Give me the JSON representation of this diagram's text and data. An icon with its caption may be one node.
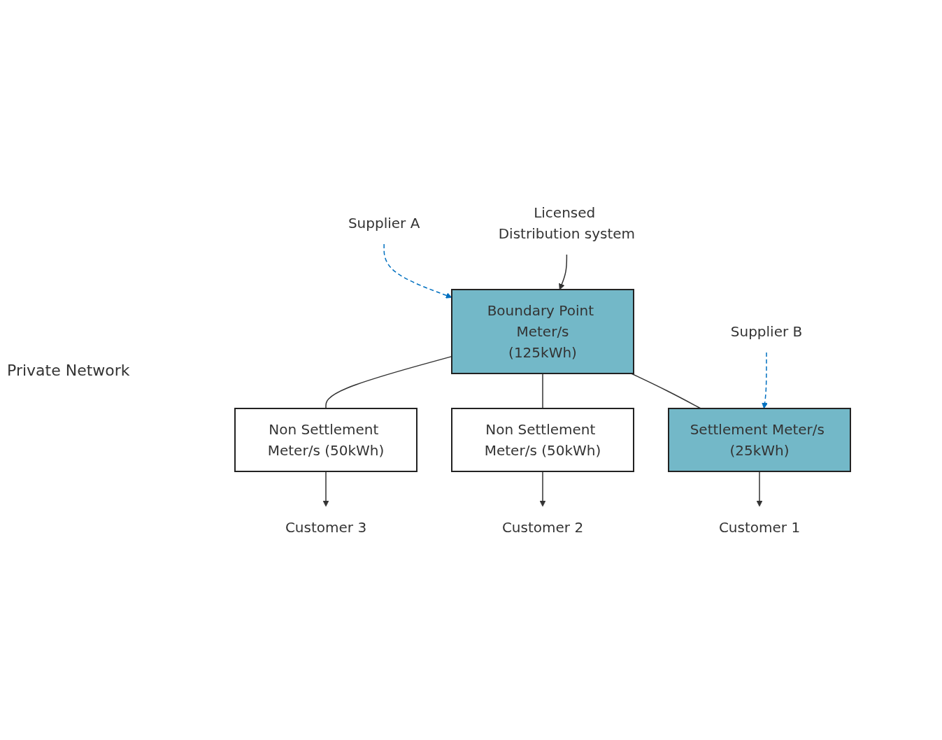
{
  "diagram": {
    "nodes": [
      {
        "text": [
          "Licensed Distribution system"
        ]
      },
      {
        "text": [
          "Supplier A"
        ]
      },
      {
        "text": [
          "Boundary Point Meter/s",
          "(125kWh)"
        ]
      },
      {
        "text": [
          "Supplier B"
        ]
      },
      {
        "text": [
          "Settlement Meter/s (25kWh)"
        ]
      },
      {
        "text": [
          "Non Settlement Meter/s (50kWh)"
        ]
      },
      {
        "text": [
          "Non Settlement Meter/s (50kWh)"
        ]
      },
      {
        "text": [
          "Customer 1"
        ]
      },
      {
        "text": [
          "Customer 2"
        ]
      },
      {
        "text": [
          "Customer 3"
        ]
      }
    ],
    "edges": [
      {
        "from": 0,
        "to": 2,
        "arrow": "to"
      },
      {
        "from": 1,
        "to": 2,
        "arrow": "to",
        "style": "dashed",
        "color": "#0070c0"
      },
      {
        "from": 2,
        "to": 4,
        "arrow": "none"
      },
      {
        "from": 2,
        "to": 5,
        "arrow": "none"
      },
      {
        "from": 2,
        "to": 6,
        "arrow": "none"
      },
      {
        "from": 3,
        "to": 4,
        "arrow": "to",
        "style": "dashed",
        "color": "#0070c0"
      },
      {
        "from": 4,
        "to": 7,
        "arrow": "to"
      },
      {
        "from": 5,
        "to": 8,
        "arrow": "to"
      },
      {
        "from": 6,
        "to": 9,
        "arrow": "to"
      }
    ],
    "labels": [
      "Private Network"
    ]
  }
}
